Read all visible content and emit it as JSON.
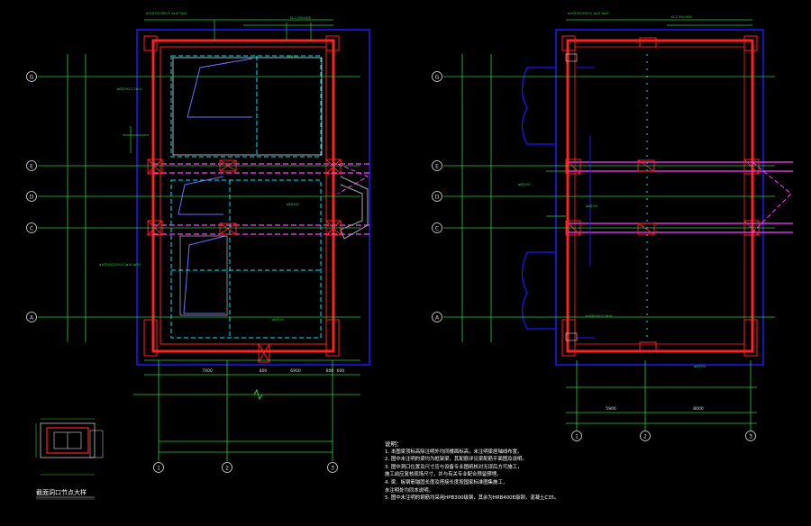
{
  "left_plan": {
    "grid_rows": [
      "G",
      "E",
      "D",
      "C",
      "A"
    ],
    "grid_cols": [
      "1",
      "2",
      "3"
    ],
    "dims_bottom": [
      "7400",
      "800",
      "6900",
      "800",
      "600"
    ]
  },
  "right_plan": {
    "grid_rows": [
      "G",
      "E",
      "D",
      "C",
      "A"
    ],
    "grid_cols": [
      "1",
      "2",
      "3"
    ],
    "dims_bottom": [
      "5900",
      "8000"
    ]
  },
  "detail_caption": "截面洞口节点大样",
  "notes": {
    "title": "说明：",
    "lines": [
      "1. 本图梁顶标高除注明外均同楼面标高，未注明梁居轴线布置。",
      "2. 图中未注明的梁均为框架梁，其配筋详见梁配筋平面图及说明。",
      "3. 图中洞口位置及尺寸应与设备专业图纸核对无误后方可施工，",
      "   施工前应复核现场尺寸，并与有关专业配合预留预埋。",
      "4. 梁、板钢筋锚固长度及搭接长度按国家标准图集施工，",
      "   未注明处均同本说明。",
      "5. 图中未注明的钢筋均采用HPB300级钢，其余为HRB400E级钢，混凝土C35。"
    ]
  },
  "colors": {
    "grid": "#2ecc40",
    "wall": "#1a1aff",
    "beam": "#ff2020",
    "hidden": "#00e5ff",
    "magenta": "#ff40ff",
    "text": "#ffffff"
  }
}
